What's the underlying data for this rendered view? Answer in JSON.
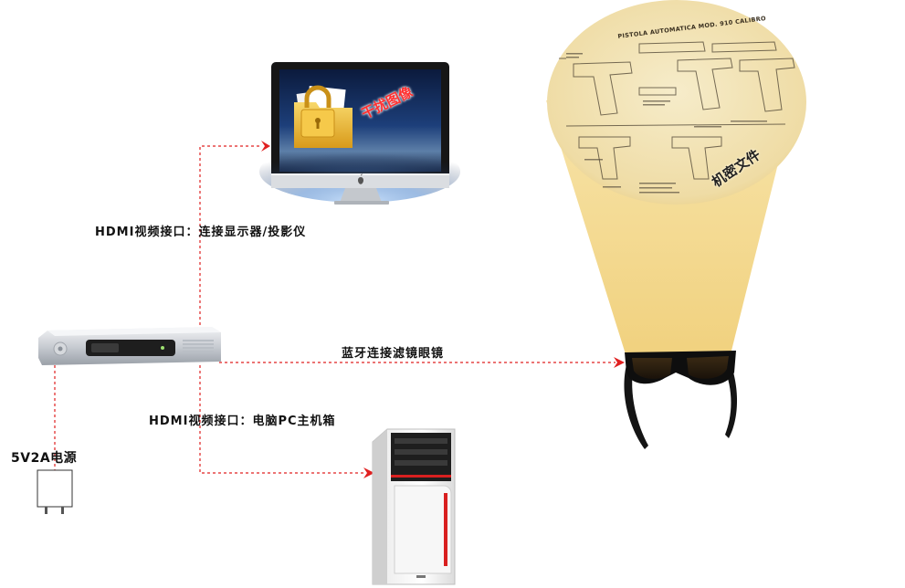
{
  "labels": {
    "monitor_connection": "HDMI视频接口：连接显示器/投影仪",
    "bluetooth_connection": "蓝牙连接滤镜眼镜",
    "pc_connection": "HDMI视频接口：电脑PC主机箱",
    "power": "5V2A电源"
  },
  "overlays": {
    "interference_image": "干扰图像",
    "confidential_document": "机密文件",
    "document_header": "PISTOLA AUTOMATICA MOD. 910 CALIBRO"
  },
  "colors": {
    "connection_line": "#e02020",
    "beam": "#f4d98a",
    "document_paper": "#f3e6bd"
  },
  "icons": {
    "monitor": "monitor-icon",
    "lock_folder": "padlock-folder-icon",
    "apple_logo": "apple-logo-icon",
    "encoder_box": "hdmi-encoder-box-icon",
    "pc_tower": "pc-tower-icon",
    "power_adapter": "power-adapter-icon",
    "glasses": "filter-glasses-icon"
  }
}
